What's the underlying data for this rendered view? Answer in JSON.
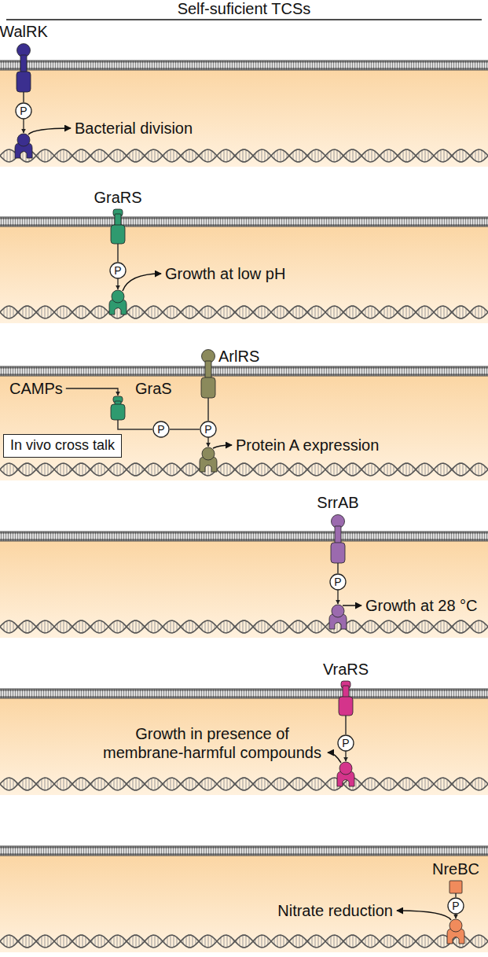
{
  "diagram": {
    "title": "Self-suficient TCSs",
    "nodes": [
      {
        "text": [
          "WalRK"
        ]
      },
      {
        "text": [
          "P"
        ]
      },
      {
        "text": [
          "GraRS"
        ]
      },
      {
        "text": [
          "P"
        ]
      },
      {
        "text": [
          "GraS"
        ]
      },
      {
        "text": [
          "P"
        ]
      },
      {
        "text": [
          "ArlRS"
        ]
      },
      {
        "text": [
          "P"
        ]
      },
      {
        "text": [
          "In vivo cross talk"
        ]
      },
      {
        "text": [
          "SrrAB"
        ]
      },
      {
        "text": [
          "P"
        ]
      },
      {
        "text": [
          "VraRS"
        ]
      },
      {
        "text": [
          "P"
        ]
      },
      {
        "text": [
          "NreBC"
        ]
      },
      {
        "text": [
          "P"
        ]
      }
    ],
    "edges": [
      {
        "from": 0,
        "to": 1,
        "arrow": "none"
      },
      {
        "from": 2,
        "to": 3,
        "arrow": "none"
      },
      {
        "from": 4,
        "to": 5,
        "arrow": "none"
      },
      {
        "from": 5,
        "to": 7,
        "arrow": "none"
      },
      {
        "from": 6,
        "to": 7,
        "arrow": "none"
      },
      {
        "from": 9,
        "to": 10,
        "arrow": "none"
      },
      {
        "from": 11,
        "to": 12,
        "arrow": "none"
      },
      {
        "from": 13,
        "to": 14,
        "arrow": "none"
      }
    ],
    "labels": [
      "Bacterial division",
      "Growth at low pH",
      "CAMPs",
      "Protein A expression",
      "Growth at 28 °C",
      "Growth in presence of membrane-harmful compounds",
      "Nitrate reduction"
    ]
  }
}
